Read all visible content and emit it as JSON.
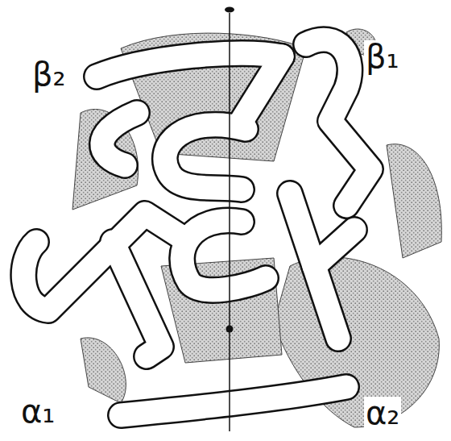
{
  "diagram": {
    "labels": [
      "β₂",
      "β₁",
      "α₁",
      "α₂"
    ]
  }
}
